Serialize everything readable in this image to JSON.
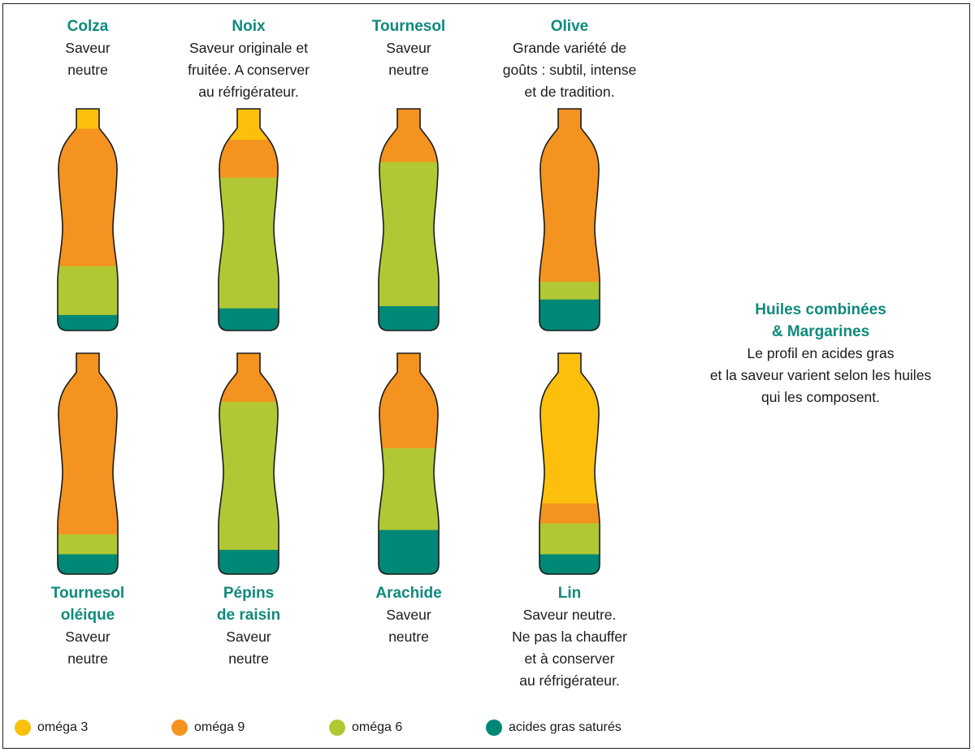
{
  "colors": {
    "omega3": "#fcc00c",
    "omega9": "#f4931f",
    "omega6": "#b1c834",
    "satures": "#008876",
    "accent": "#0e8a7c"
  },
  "oils": [
    {
      "id": "colza",
      "name": "Colza",
      "description": "Saveur\nneutre",
      "composition": {
        "omega3": 0.09,
        "omega9": 0.62,
        "omega6": 0.22,
        "satures": 0.07
      }
    },
    {
      "id": "noix",
      "name": "Noix",
      "description": "Saveur originale et\nfruitée. A conserver\nau réfrigérateur.",
      "composition": {
        "omega3": 0.14,
        "omega9": 0.17,
        "omega6": 0.59,
        "satures": 0.1
      }
    },
    {
      "id": "tournesol",
      "name": "Tournesol",
      "description": "Saveur\nneutre",
      "composition": {
        "omega3": 0.0,
        "omega9": 0.24,
        "omega6": 0.65,
        "satures": 0.11
      }
    },
    {
      "id": "olive",
      "name": "Olive",
      "description": "Grande variété de\ngoûts : subtil, intense\net de tradition.",
      "composition": {
        "omega3": 0.0,
        "omega9": 0.78,
        "omega6": 0.08,
        "satures": 0.14
      }
    },
    {
      "id": "tournesol-oleique",
      "name": "Tournesol\noléique",
      "description": "Saveur\nneutre",
      "composition": {
        "omega3": 0.0,
        "omega9": 0.82,
        "omega6": 0.09,
        "satures": 0.09
      }
    },
    {
      "id": "pepins-de-raisin",
      "name": "Pépins\nde raisin",
      "description": "Saveur\nneutre",
      "composition": {
        "omega3": 0.0,
        "omega9": 0.22,
        "omega6": 0.67,
        "satures": 0.11
      }
    },
    {
      "id": "arachide",
      "name": "Arachide",
      "description": "Saveur\nneutre",
      "composition": {
        "omega3": 0.0,
        "omega9": 0.43,
        "omega6": 0.37,
        "satures": 0.2
      }
    },
    {
      "id": "lin",
      "name": "Lin",
      "description": "Saveur neutre.\nNe pas la chauffer\net à conserver\nau réfrigérateur.",
      "composition": {
        "omega3": 0.68,
        "omega9": 0.09,
        "omega6": 0.14,
        "satures": 0.09
      }
    }
  ],
  "side_note": {
    "title": "Huiles combinées\n& Margarines",
    "text": "Le profil en acides gras\net la saveur varient selon les huiles\nqui les composent."
  },
  "legend": [
    {
      "key": "omega3",
      "label": "oméga 3"
    },
    {
      "key": "omega9",
      "label": "oméga 9"
    },
    {
      "key": "omega6",
      "label": "oméga 6"
    },
    {
      "key": "satures",
      "label": "acides gras saturés"
    }
  ]
}
